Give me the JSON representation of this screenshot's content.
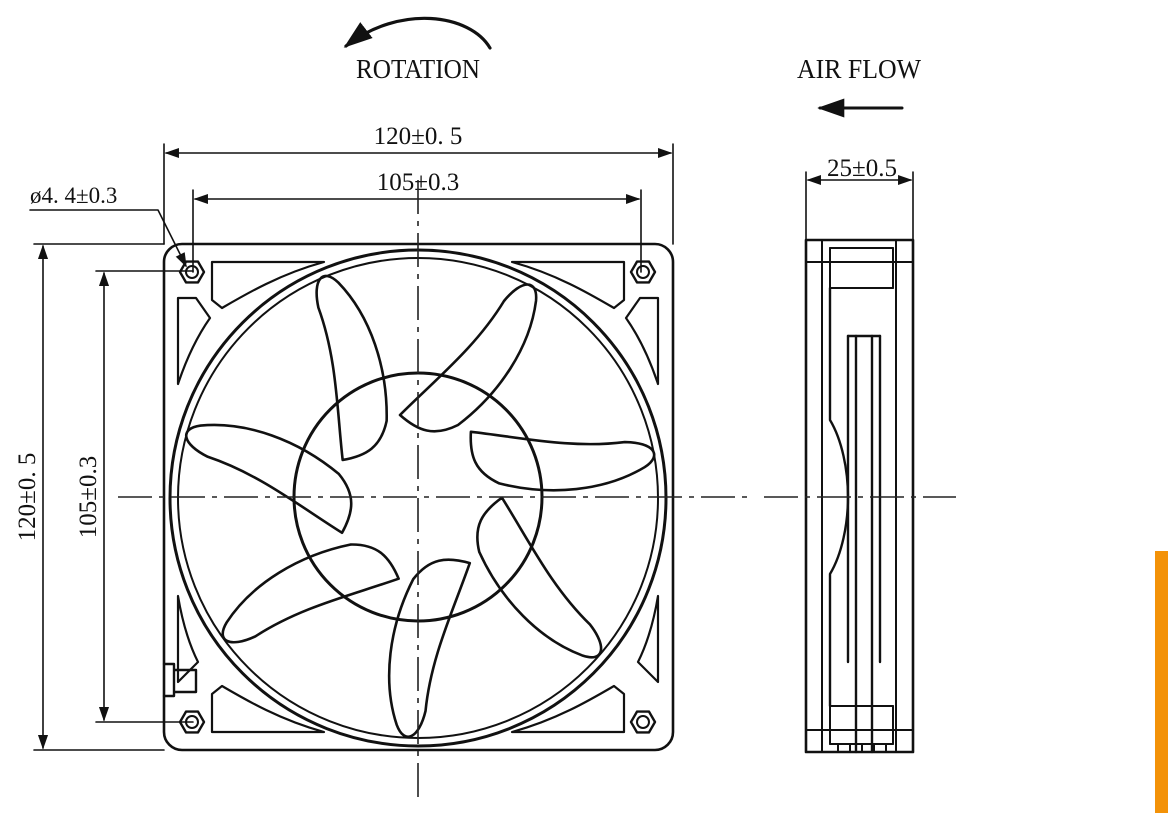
{
  "labels": {
    "rotation": "ROTATION",
    "air_flow": "AIR FLOW",
    "width_overall": "120±0. 5",
    "width_holes": "105±0.3",
    "hole_diameter": "ø4. 4±0.3",
    "height_overall": "120±0. 5",
    "height_holes": "105±0.3",
    "depth": "25±0.5"
  },
  "colors": {
    "line": "#111111",
    "side_tab": "#f39208",
    "background": "#ffffff"
  },
  "icons": {
    "rotation_arrow": "counterclockwise-arc-arrow",
    "airflow_arrow": "left-arrow"
  }
}
